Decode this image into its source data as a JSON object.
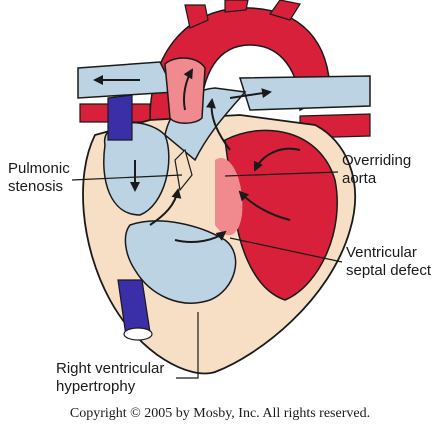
{
  "labels": {
    "pulmonic_stenosis": [
      "Pulmonic",
      "stenosis"
    ],
    "overriding_aorta": [
      "Overriding",
      "aorta"
    ],
    "ventricular_septal_defect": [
      "Ventricular",
      "septal defect"
    ],
    "right_ventricular_hypertrophy": [
      "Right ventricular",
      "hypertrophy"
    ]
  },
  "copyright": "Copyright © 2005 by Mosby, Inc. All rights reserved.",
  "colors": {
    "oxygenated": "#d8203a",
    "oxygenated_light": "#f08a8f",
    "deoxygenated": "#bcd3e4",
    "myocardium": "#f6dfc4",
    "vena_cava": "#3b2fa8",
    "outline": "#1a1a1a"
  }
}
